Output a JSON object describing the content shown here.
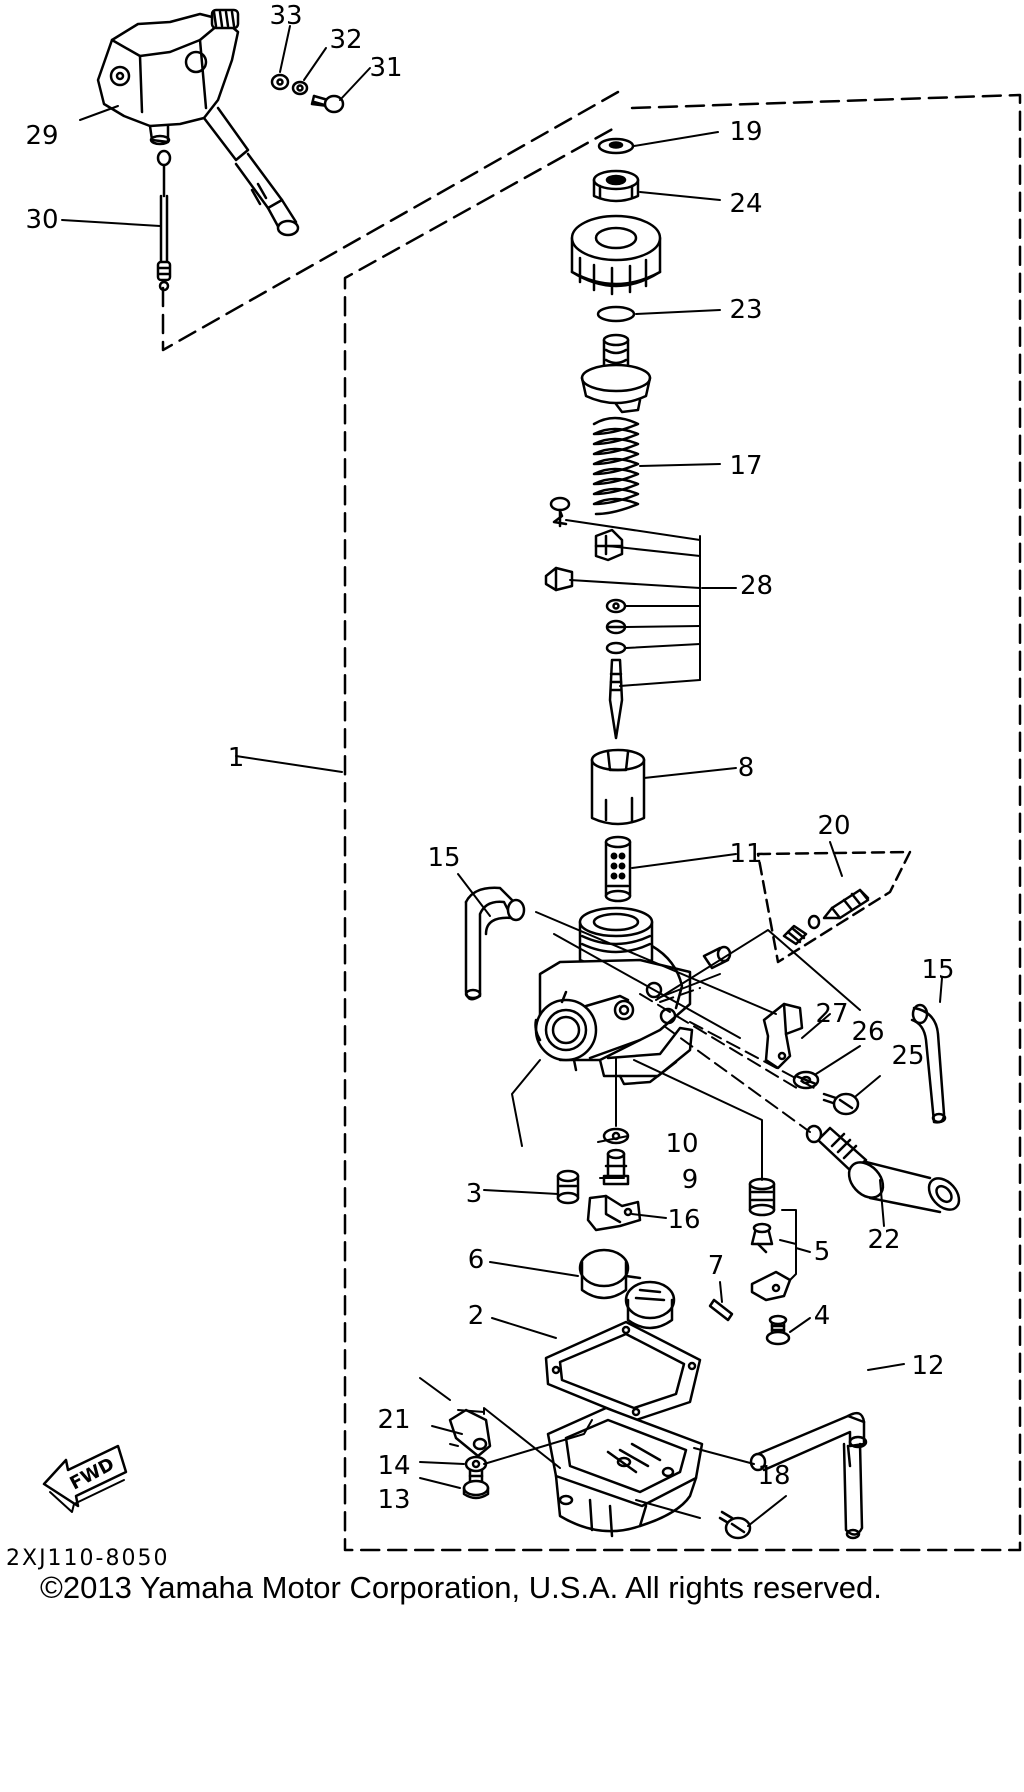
{
  "diagram": {
    "code": "2XJ110-8050",
    "copyright": "©2013 Yamaha Motor Corporation, U.S.A. All rights reserved.",
    "fwd_label": "FWD",
    "line_color": "#000000",
    "background_color": "#ffffff",
    "part_numbers": {
      "p1": "1",
      "p2": "2",
      "p3": "3",
      "p4": "4",
      "p5": "5",
      "p6": "6",
      "p7": "7",
      "p8": "8",
      "p9": "9",
      "p10": "10",
      "p11": "11",
      "p12": "12",
      "p13": "13",
      "p14": "14",
      "p15a": "15",
      "p15b": "15",
      "p16": "16",
      "p17": "17",
      "p18": "18",
      "p19": "19",
      "p20": "20",
      "p21": "21",
      "p22": "22",
      "p23": "23",
      "p24": "24",
      "p25": "25",
      "p26": "26",
      "p27": "27",
      "p28": "28",
      "p29": "29",
      "p30": "30",
      "p31": "31",
      "p32": "32",
      "p33": "33"
    }
  }
}
